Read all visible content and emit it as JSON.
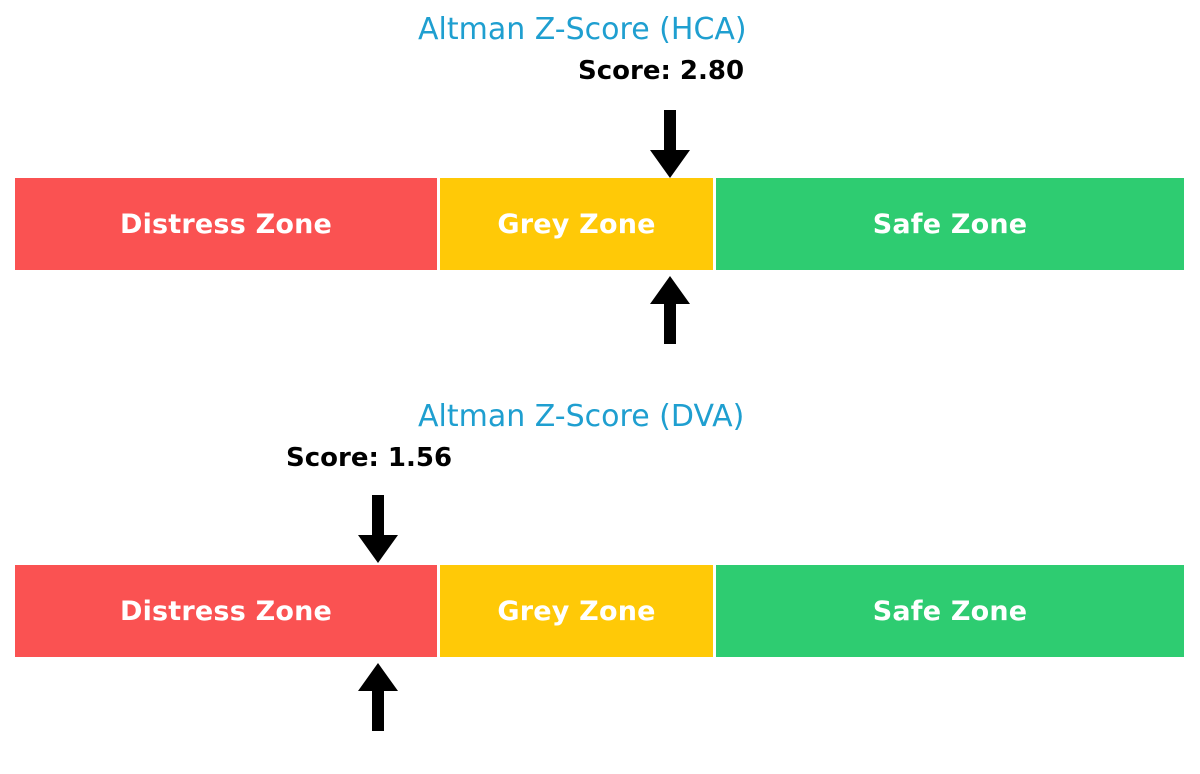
{
  "background_color": "#ffffff",
  "theme": {
    "title_color": "#1f9fd0",
    "score_color": "#000000",
    "distress_color": "#FA5252",
    "grey_color": "#FFC907",
    "safe_color": "#2ECC71",
    "zone_label_color": "#ffffff",
    "arrow_color": "#000000"
  },
  "charts": [
    {
      "id": "hca",
      "title": "Altman Z-Score (HCA)",
      "score_label": "Score: 2.80",
      "score_value": 2.8,
      "marker_down_icon": "arrow-down-icon",
      "marker_up_icon": "arrow-up-icon",
      "zones": [
        {
          "label": "Distress Zone",
          "color": "#FA5252"
        },
        {
          "label": "Grey Zone",
          "color": "#FFC907"
        },
        {
          "label": "Safe Zone",
          "color": "#2ECC71"
        }
      ]
    },
    {
      "id": "dva",
      "title": "Altman Z-Score (DVA)",
      "score_label": "Score: 1.56",
      "score_value": 1.56,
      "marker_down_icon": "arrow-down-icon",
      "marker_up_icon": "arrow-up-icon",
      "zones": [
        {
          "label": "Distress Zone",
          "color": "#FA5252"
        },
        {
          "label": "Grey Zone",
          "color": "#FFC907"
        },
        {
          "label": "Safe Zone",
          "color": "#2ECC71"
        }
      ]
    }
  ],
  "chart_data": {
    "type": "bar",
    "orientation": "horizontal",
    "title": "Altman Z-Score zone indicators",
    "xlabel": "",
    "ylabel": "",
    "grid": false,
    "legend": "none",
    "panels": [
      {
        "name": "Altman Z-Score (HCA)",
        "score": 2.8,
        "score_text": "Score: 2.80",
        "marker_position_fraction": 0.561,
        "marker_in_zone": "Grey Zone",
        "categories": [
          "Distress Zone",
          "Grey Zone",
          "Safe Zone"
        ],
        "segment_fractions": [
          0.3615,
          0.2342,
          0.4017
        ],
        "colors": [
          "#FA5252",
          "#FFC907",
          "#2ECC71"
        ]
      },
      {
        "name": "Altman Z-Score (DVA)",
        "score": 1.56,
        "score_text": "Score: 1.56",
        "marker_position_fraction": 0.311,
        "marker_in_zone": "Distress Zone",
        "categories": [
          "Distress Zone",
          "Grey Zone",
          "Safe Zone"
        ],
        "segment_fractions": [
          0.3615,
          0.2342,
          0.4017
        ],
        "colors": [
          "#FA5252",
          "#FFC907",
          "#2ECC71"
        ]
      }
    ]
  }
}
